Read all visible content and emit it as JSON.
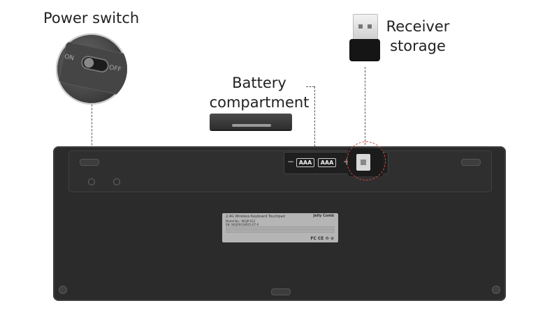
{
  "labels": {
    "power_switch": "Power switch",
    "battery_line1": "Battery",
    "battery_line2": "compartment",
    "receiver_line1": "Receiver",
    "receiver_line2": "storage"
  },
  "switch": {
    "on": "ON",
    "off": "OFF"
  },
  "battery_bay": {
    "minus": "−",
    "cell1": "AAA",
    "cell2": "AAA",
    "plus": "+"
  },
  "sticker": {
    "product": "2.4G Wireless Keyboard Touchpad",
    "brand": "Jelly Comb",
    "model": "Model No.: WGJP-012",
    "sn": "SN: WGJP0018001-07-0",
    "certs": "FC CE ♻ ⊘"
  },
  "colors": {
    "keyboard": "#2b2b2b",
    "highlight_circle": "#d94444",
    "label_text": "#222222"
  }
}
